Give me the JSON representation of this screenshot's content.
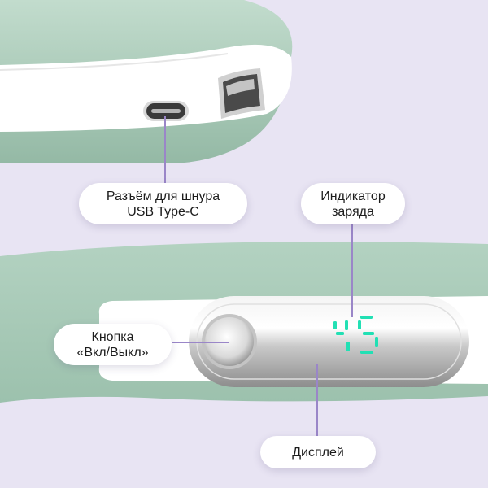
{
  "callouts": {
    "port": {
      "lines": [
        "Разъём для шнура",
        "USB Type-C"
      ]
    },
    "charge": {
      "lines": [
        "Индикатор",
        "заряда"
      ]
    },
    "button": {
      "lines": [
        "Кнопка",
        "«Вкл/Выкл»"
      ]
    },
    "display": {
      "lines": [
        "Дисплей"
      ]
    }
  },
  "display_reading": "45",
  "colors": {
    "background": "#e8e4f3",
    "device_green": "#a9cbb8",
    "band_white": "#ffffff",
    "leader_purple": "#9a86c8",
    "digit_teal": "#22e0b4"
  }
}
